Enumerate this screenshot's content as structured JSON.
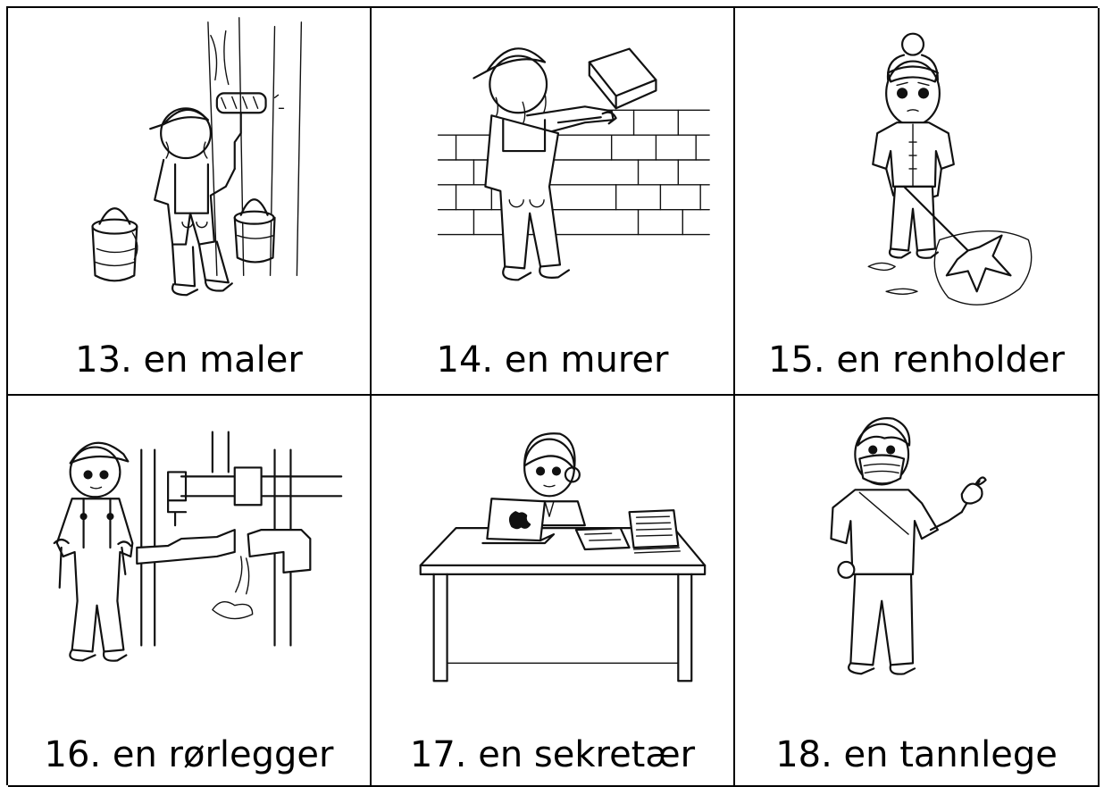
{
  "cards": [
    {
      "label": "13. en maler",
      "icon": "painter-illustration"
    },
    {
      "label": "14. en murer",
      "icon": "bricklayer-illustration"
    },
    {
      "label": "15. en renholder",
      "icon": "cleaner-illustration"
    },
    {
      "label": "16. en rørlegger",
      "icon": "plumber-illustration"
    },
    {
      "label": "17. en sekretær",
      "icon": "secretary-illustration"
    },
    {
      "label": "18. en tannlege",
      "icon": "dentist-illustration"
    }
  ]
}
